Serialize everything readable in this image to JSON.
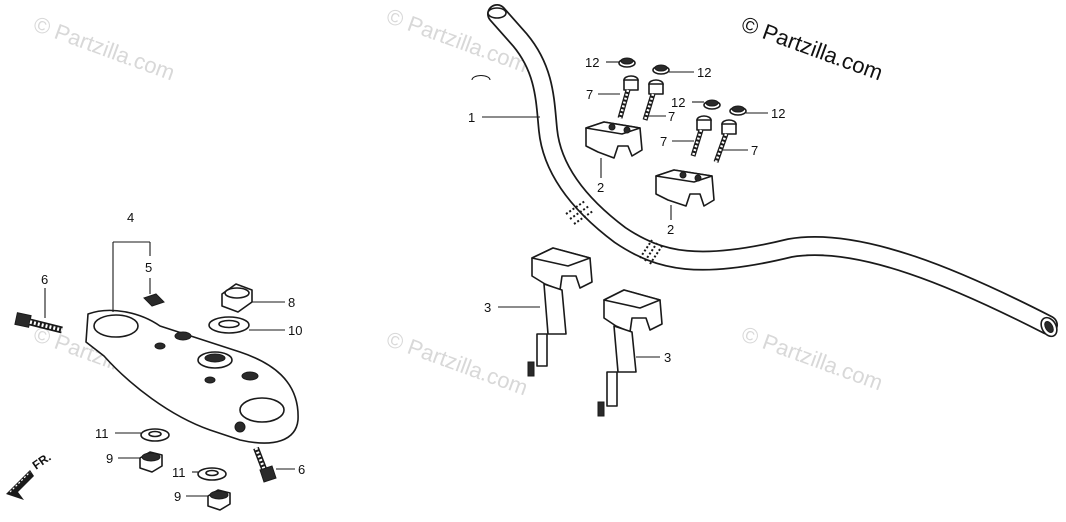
{
  "copyright_text": "© Partzilla.com",
  "watermark_text": "© Partzilla.com",
  "front_label": "FR.",
  "callouts": {
    "handlebar": "1",
    "upper_holder_a": "2",
    "upper_holder_b": "2",
    "lower_holder_a": "3",
    "lower_holder_b": "3",
    "top_bridge": "4",
    "bridge_tag": "5",
    "bridge_bolt_left": "6",
    "bridge_bolt_right": "6",
    "bolt_a": "7",
    "bolt_b": "7",
    "bolt_c": "7",
    "bolt_d": "7",
    "stem_nut": "8",
    "nut_9a": "9",
    "nut_9b": "9",
    "washer_stem": "10",
    "washer_11a": "11",
    "washer_11b": "11",
    "cap_a": "12",
    "cap_b": "12",
    "cap_c": "12",
    "cap_d": "12"
  },
  "colors": {
    "line": "#1a1a1a",
    "watermark": "#d8d8d8",
    "background": "#ffffff"
  }
}
